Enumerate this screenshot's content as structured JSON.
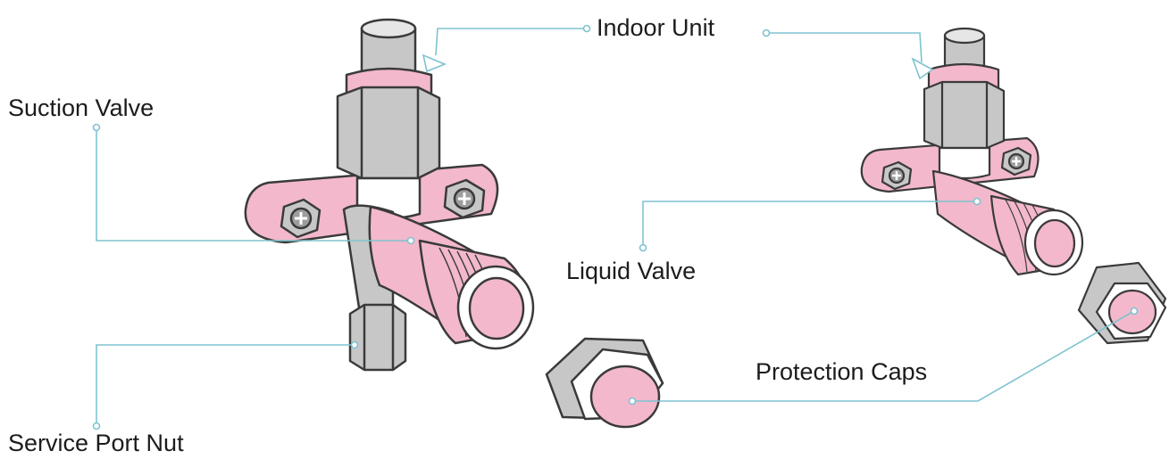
{
  "labels": {
    "indoor_unit": "Indoor Unit",
    "suction_valve": "Suction Valve",
    "liquid_valve": "Liquid Valve",
    "protection_caps": "Protection Caps",
    "service_port_nut": "Service Port Nut"
  },
  "colors": {
    "line": "#7ec3d0",
    "metal": "#c7c7c7",
    "metal_dark": "#9d9d9d",
    "pink": "#f3b8cc",
    "pink_light": "#f8d3df",
    "outline": "#3a3a3a",
    "white": "#ffffff"
  }
}
